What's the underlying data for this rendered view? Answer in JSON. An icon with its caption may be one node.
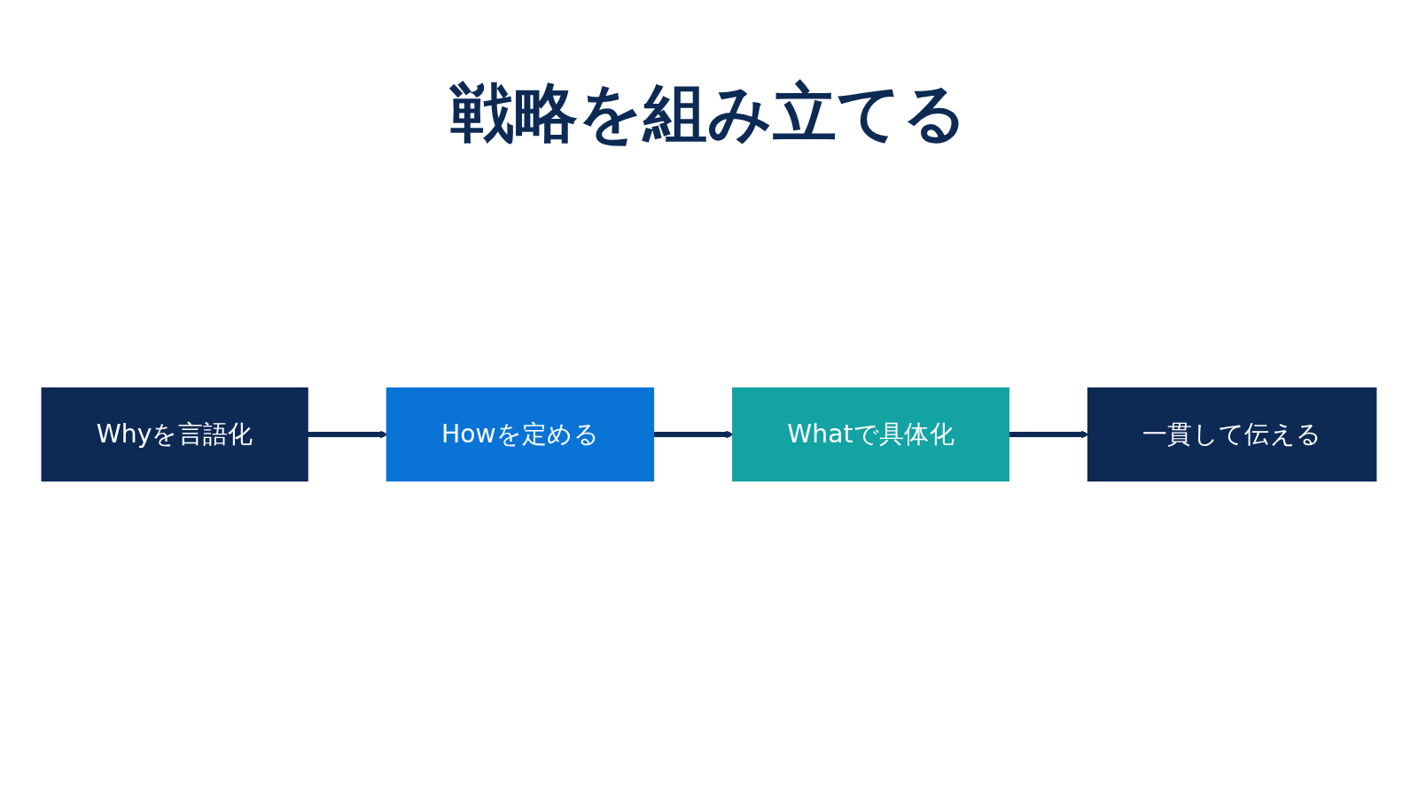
{
  "diagram": {
    "title": "戦略を組み立てる",
    "nodes": [
      {
        "text": [
          "Whyを言語化"
        ]
      },
      {
        "text": [
          "Howを定める"
        ]
      },
      {
        "text": [
          "Whatで具体化"
        ]
      },
      {
        "text": [
          "一貫して伝える"
        ]
      }
    ],
    "edges": [
      {
        "from": 0,
        "to": 1,
        "arrow": "to"
      },
      {
        "from": 1,
        "to": 2,
        "arrow": "to"
      },
      {
        "from": 2,
        "to": 3,
        "arrow": "to"
      }
    ]
  }
}
